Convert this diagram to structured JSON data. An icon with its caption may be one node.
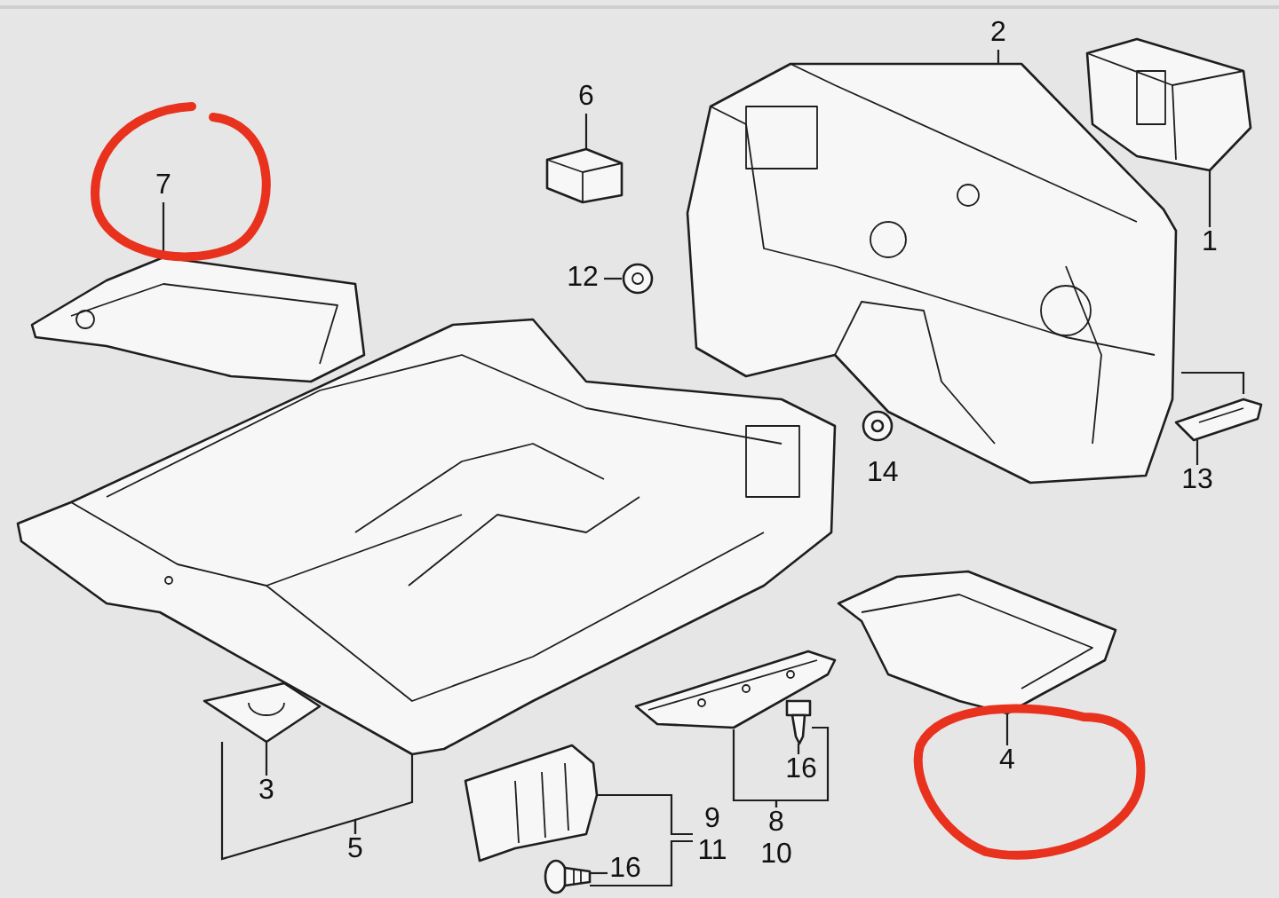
{
  "diagram": {
    "nodes": [
      {
        "text": [
          "6"
        ]
      },
      {
        "text": [],
        "shape": "picture"
      },
      {
        "text": [
          "2"
        ]
      },
      {
        "text": [],
        "shape": "picture"
      },
      {
        "text": [],
        "shape": "picture"
      },
      {
        "text": [
          "1"
        ]
      },
      {
        "text": [
          "7"
        ]
      },
      {
        "text": [],
        "shape": "picture"
      },
      {
        "text": [
          "12"
        ]
      },
      {
        "text": [],
        "shape": "picture"
      },
      {
        "text": [],
        "shape": "picture"
      },
      {
        "text": [],
        "shape": "picture"
      },
      {
        "text": [
          "13"
        ]
      },
      {
        "text": [],
        "shape": "picture"
      },
      {
        "text": [],
        "shape": "picture"
      },
      {
        "text": [],
        "shape": "picture"
      },
      {
        "text": [],
        "shape": "picture"
      },
      {
        "text": [
          "16"
        ]
      },
      {
        "text": [
          "3"
        ]
      },
      {
        "text": [],
        "shape": "picture"
      },
      {
        "text": [
          "4"
        ]
      },
      {
        "text": [
          "9",
          "11"
        ]
      },
      {
        "text": [
          "8",
          "10"
        ]
      },
      {
        "text": [
          "5"
        ]
      },
      {
        "text": [],
        "shape": "picture"
      },
      {
        "text": [
          "16"
        ]
      }
    ],
    "edges": [
      {
        "from": 0,
        "to": 1,
        "arrow": "none"
      },
      {
        "from": 2,
        "to": 3,
        "arrow": "none"
      },
      {
        "from": 5,
        "to": 4,
        "arrow": "none"
      },
      {
        "from": 6,
        "to": 7,
        "arrow": "none"
      },
      {
        "from": 8,
        "to": 9,
        "arrow": "none"
      },
      {
        "from": 12,
        "to": 11,
        "arrow": "none"
      },
      {
        "from": 11,
        "to": 3,
        "arrow": "none"
      },
      {
        "from": 17,
        "to": 15,
        "arrow": "none"
      },
      {
        "from": 18,
        "to": 16,
        "arrow": "none"
      },
      {
        "from": 23,
        "to": 16,
        "arrow": "none"
      },
      {
        "from": 23,
        "to": 10,
        "arrow": "none"
      },
      {
        "from": 20,
        "to": 13,
        "arrow": "none"
      },
      {
        "from": 22,
        "to": 14,
        "arrow": "none"
      },
      {
        "from": 22,
        "to": 15,
        "arrow": "none"
      },
      {
        "from": 21,
        "to": 19,
        "arrow": "none"
      },
      {
        "from": 21,
        "to": 24,
        "arrow": "none"
      },
      {
        "from": 25,
        "to": 24,
        "arrow": "none"
      }
    ],
    "labels": [
      "14"
    ]
  }
}
